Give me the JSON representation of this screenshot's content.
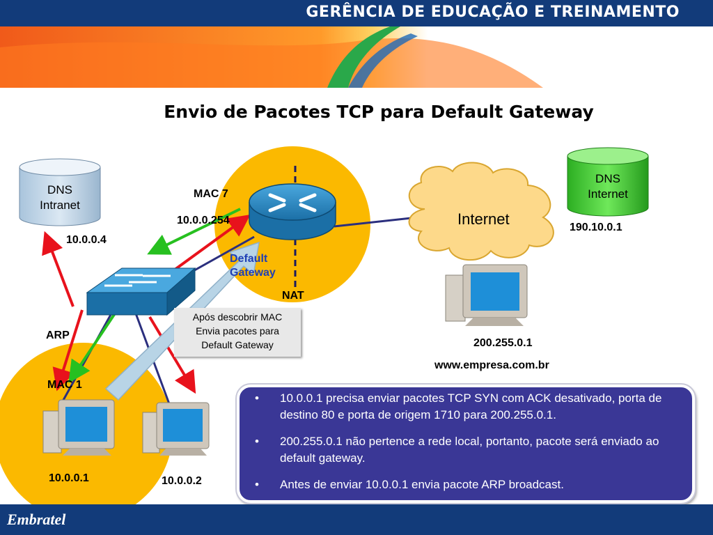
{
  "header": {
    "title": "GERÊNCIA DE EDUCAÇÃO E TREINAMENTO"
  },
  "slide_title": "Envio de Pacotes TCP para Default Gateway",
  "nodes": {
    "dns_intranet": {
      "label_line1": "DNS",
      "label_line2": "Intranet",
      "ip": "10.0.0.4"
    },
    "dns_internet": {
      "label_line1": "DNS",
      "label_line2": "Internet",
      "ip": "190.10.0.1"
    },
    "router": {
      "mac": "MAC 7",
      "ip": "10.0.0.254",
      "role_line1": "Default",
      "role_line2": "Gateway",
      "nat": "NAT"
    },
    "internet": {
      "label": "Internet"
    },
    "web_server": {
      "ip": "200.255.0.1",
      "host": "www.empresa.com.br"
    },
    "pc1": {
      "mac": "MAC 1",
      "ip": "10.0.0.1"
    },
    "pc2": {
      "ip": "10.0.0.2"
    },
    "arp_label": "ARP"
  },
  "note": {
    "line1": "Após descobrir MAC",
    "line2": "Envia pacotes para",
    "line3": "Default Gateway"
  },
  "bullets": [
    "10.0.0.1 precisa enviar pacotes TCP SYN com ACK desativado, porta de destino 80 e porta de origem 1710 para 200.255.0.1.",
    "200.255.0.1 não pertence a rede local, portanto, pacote será enviado ao default gateway.",
    "Antes de enviar 10.0.0.1 envia pacote ARP broadcast."
  ],
  "footer": {
    "logo": "Embratel"
  },
  "colors": {
    "header_blue": "#123b7a",
    "zone_yellow": "#fbb900",
    "bullet_box": "#3a3796",
    "arrow_red": "#e8121c",
    "arrow_green": "#27c020",
    "link_navy": "#2b2f7e"
  }
}
